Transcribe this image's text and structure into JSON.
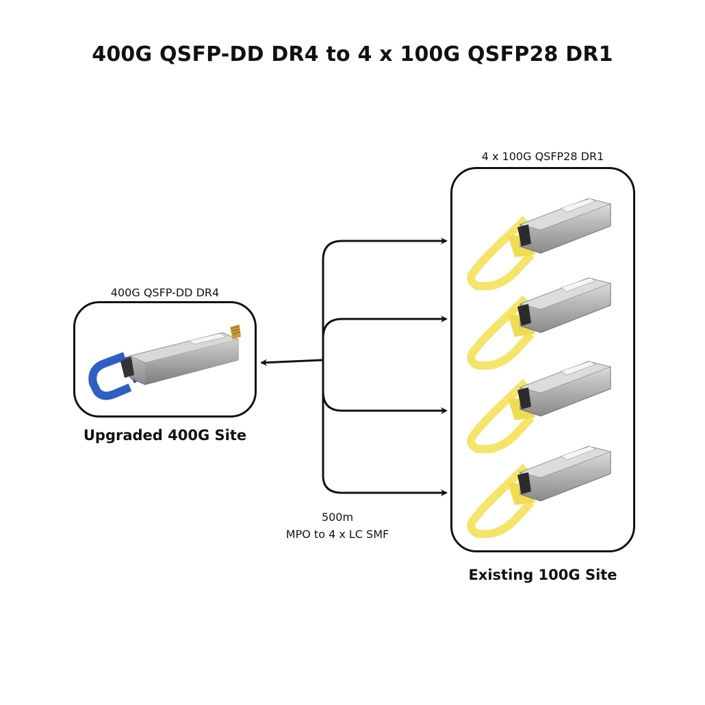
{
  "title": "400G QSFP-DD DR4 to 4 x 100G QSFP28 DR1",
  "left_module": {
    "label": "400G QSFP-DD DR4",
    "site": "Upgraded 400G Site",
    "pull_tab_color": "#2f5fc2"
  },
  "right_modules": {
    "label": "4 x 100G QSFP28 DR1",
    "site": "Existing 100G Site",
    "count": 4,
    "pull_tab_color": "#f4e46a"
  },
  "cable": {
    "distance": "500m",
    "type": "MPO to 4 x LC SMF"
  }
}
